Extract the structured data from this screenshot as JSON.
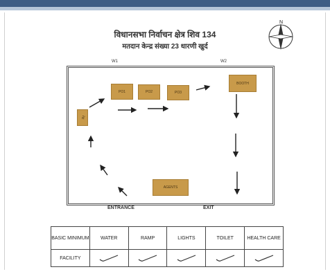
{
  "header": {
    "title": "विधानसभा निर्वाचन क्षेत्र शिव 134",
    "subtitle": "मतदान केन्द्र संख्या 23 धारणी खुर्द"
  },
  "compass": {
    "label": "N"
  },
  "room": {
    "doors": {
      "w1": "W1",
      "w2": "W2"
    },
    "entrance": "ENTRANCE",
    "exit": "EXIT",
    "boxes": {
      "left": "गेट",
      "po1": "PO1",
      "po2": "PO2",
      "po3": "PO3",
      "booth": "BOOTH",
      "agents": "AGENTS"
    }
  },
  "table": {
    "headers": [
      "BASIC MINIMUM",
      "WATER",
      "RAMP",
      "LIGHTS",
      "TOILET",
      "HEALTH CARE"
    ],
    "row_label": "FACILITY",
    "facilities": [
      "water",
      "ramp",
      "lights",
      "toilet",
      "health-care"
    ]
  },
  "colors": {
    "top_bar": "#3f5d85",
    "box_fill": "#c89a4a"
  }
}
